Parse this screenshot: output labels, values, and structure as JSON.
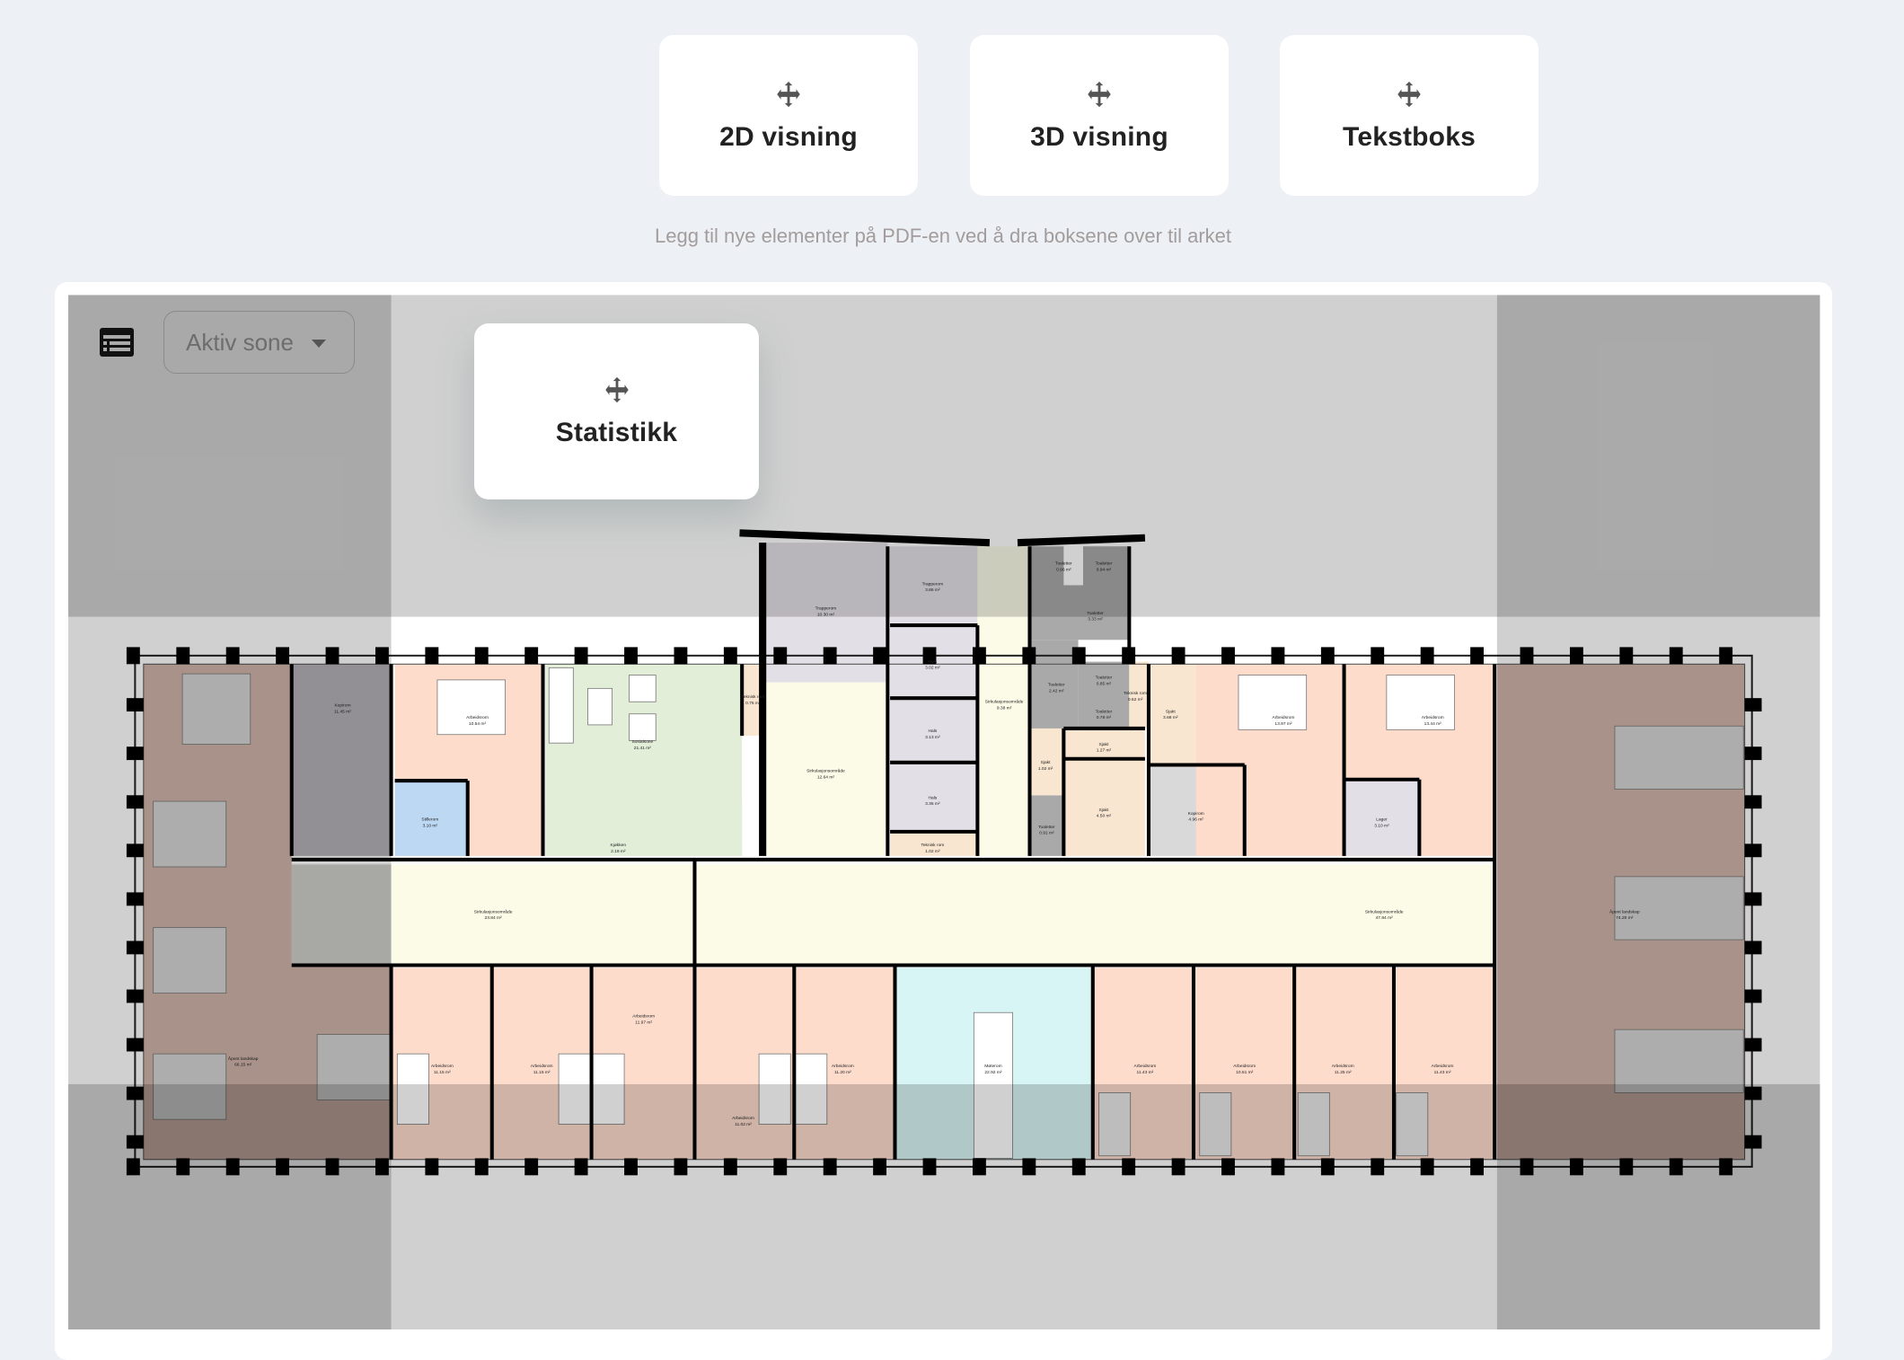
{
  "toolbar": {
    "cards": [
      {
        "label": "2D visning",
        "icon": "move-icon"
      },
      {
        "label": "3D visning",
        "icon": "move-icon"
      },
      {
        "label": "Tekstboks",
        "icon": "move-icon"
      }
    ],
    "hint": "Legg til nye elementer på PDF-en ved å dra boksene over til arket"
  },
  "canvas": {
    "table_icon": "table-list-icon",
    "zone_select": {
      "value": "Aktiv sone"
    },
    "stat_card": {
      "label": "Statistikk",
      "icon": "move-icon"
    }
  },
  "floorplan": {
    "rooms": [
      {
        "name": "Åpent landskap",
        "area": "66.15 m²",
        "color": "#d0b3a8"
      },
      {
        "name": "Kopirom",
        "area": "11.45 m²",
        "color": "#b4b1b6"
      },
      {
        "name": "Arbeidsrom",
        "area": "10.54 m²",
        "color": "#fddccc"
      },
      {
        "name": "Stillerom",
        "area": "3.10 m²",
        "color": "#bcd8f3"
      },
      {
        "name": "Sosialsone",
        "area": "21.41 m²",
        "color": "#e3eed9"
      },
      {
        "name": "Kjøkken",
        "area": "2.19 m²",
        "color": "#e3eed9"
      },
      {
        "name": "Teknisk rom",
        "area": "0.75 m²",
        "color": "#f9e6d0"
      },
      {
        "name": "Trapperom",
        "area": "10.30 m²",
        "color": "#e3dfe6"
      },
      {
        "name": "Sirkulasjonsområde",
        "area": "12.64 m²",
        "color": "#fbfbe8"
      },
      {
        "name": "Trapperom",
        "area": "3.86 m²",
        "color": "#e3dfe6"
      },
      {
        "name": "Hals",
        "area": "3.02 m²",
        "color": "#e3dfe6"
      },
      {
        "name": "Hals",
        "area": "3.13 m²",
        "color": "#e3dfe6"
      },
      {
        "name": "Hals",
        "area": "3.36 m²",
        "color": "#e3dfe6"
      },
      {
        "name": "Teknisk rom",
        "area": "1.02 m²",
        "color": "#f9e6d0"
      },
      {
        "name": "Sirkulasjonsområde",
        "area": "9.38 m²",
        "color": "#fbfbe8"
      },
      {
        "name": "Toaletter",
        "area": "0.96 m²",
        "color": "#a9a9a9"
      },
      {
        "name": "Toaletter",
        "area": "0.94 m²",
        "color": "#a9a9a9"
      },
      {
        "name": "Toaletter",
        "area": "3.33 m²",
        "color": "#a9a9a9"
      },
      {
        "name": "Toaletter",
        "area": "2.42 m²",
        "color": "#a9a9a9"
      },
      {
        "name": "Toaletter",
        "area": "0.85 m²",
        "color": "#a9a9a9"
      },
      {
        "name": "Toaletter",
        "area": "0.78 m²",
        "color": "#a9a9a9"
      },
      {
        "name": "Toaletter",
        "area": "0.91 m²",
        "color": "#a9a9a9"
      },
      {
        "name": "Sjakt",
        "area": "1.02 m²",
        "color": "#f9e6d0"
      },
      {
        "name": "Sjakt",
        "area": "1.27 m²",
        "color": "#f9e6d0"
      },
      {
        "name": "Sjakt",
        "area": "4.50 m²",
        "color": "#f9e6d0"
      },
      {
        "name": "Teknisk rom",
        "area": "0.62 m²",
        "color": "#f9e6d0"
      },
      {
        "name": "Sjakt",
        "area": "3.68 m²",
        "color": "#f9e6d0"
      },
      {
        "name": "Kopirom",
        "area": "4.96 m²",
        "color": "#d9d9d9"
      },
      {
        "name": "Arbeidsrom",
        "area": "13.97 m²",
        "color": "#fddccc"
      },
      {
        "name": "Arbeidsrom",
        "area": "13.44 m²",
        "color": "#fddccc"
      },
      {
        "name": "Lager",
        "area": "3.10 m²",
        "color": "#e3dfe6"
      },
      {
        "name": "Åpent landskap",
        "area": "74.20 m²",
        "color": "#d0b3a8"
      },
      {
        "name": "Sirkulasjonsområde",
        "area": "23.84 m²",
        "color": "#fbfbe8"
      },
      {
        "name": "Sirkulasjonsområde",
        "area": "47.84 m²",
        "color": "#fbfbe8"
      },
      {
        "name": "Arbeidsrom",
        "area": "11.15 m²",
        "color": "#fddccc"
      },
      {
        "name": "Arbeidsrom",
        "area": "11.15 m²",
        "color": "#fddccc"
      },
      {
        "name": "Arbeidsrom",
        "area": "11.97 m²",
        "color": "#fddccc"
      },
      {
        "name": "Arbeidsrom",
        "area": "11.02 m²",
        "color": "#fddccc"
      },
      {
        "name": "Arbeidsrom",
        "area": "11.20 m²",
        "color": "#fddccc"
      },
      {
        "name": "Møterom",
        "area": "22.92 m²",
        "color": "#d8f5f5"
      },
      {
        "name": "Arbeidsrom",
        "area": "11.43 m²",
        "color": "#fddccc"
      },
      {
        "name": "Arbeidsrom",
        "area": "10.51 m²",
        "color": "#fddccc"
      },
      {
        "name": "Arbeidsrom",
        "area": "11.25 m²",
        "color": "#fddccc"
      },
      {
        "name": "Arbeidsrom",
        "area": "11.43 m²",
        "color": "#fddccc"
      }
    ]
  }
}
